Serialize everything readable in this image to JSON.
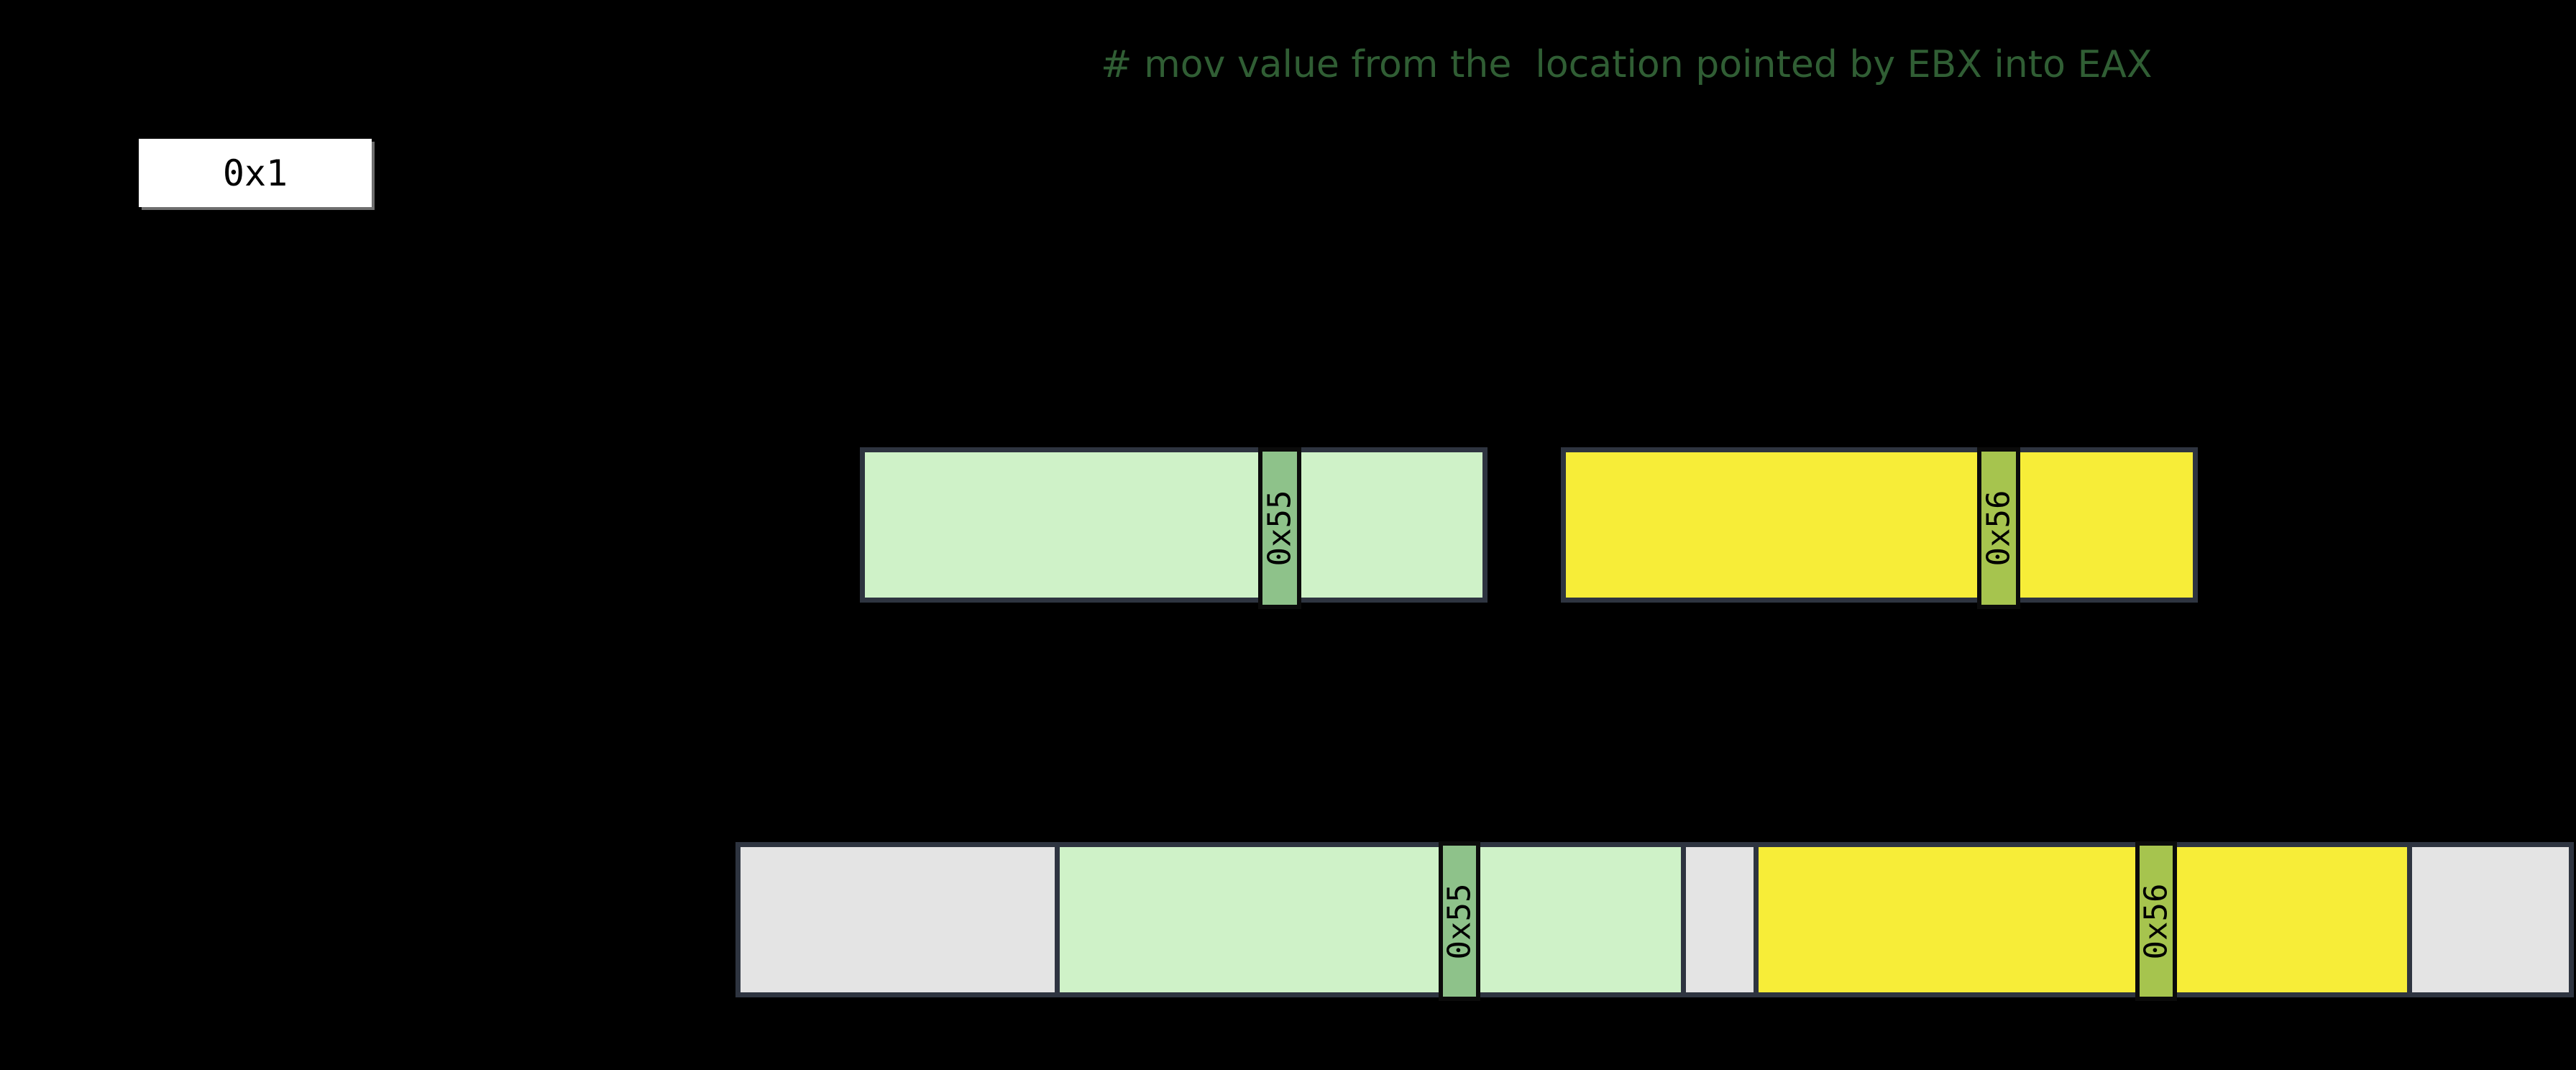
{
  "comment": {
    "text": "# mov value from the  location pointed by EBX into EAX"
  },
  "value_box": {
    "value": "0x1"
  },
  "register_bars": {
    "green": {
      "address_label": "0x55"
    },
    "yellow": {
      "address_label": "0x56"
    }
  },
  "memory_bar": {
    "green_address_label": "0x55",
    "yellow_address_label": "0x56"
  },
  "colors": {
    "background": "#000000",
    "comment_green": "#305e34",
    "bar_border": "#2e3440",
    "light_green_fill": "#cff2c8",
    "green_strip": "#8ec28a",
    "yellow_fill": "#f7ed38",
    "olive_strip": "#a6c44e",
    "gray_fill": "#e4e4e4",
    "value_box_fill": "#ffffff",
    "label_text": "#000000"
  }
}
